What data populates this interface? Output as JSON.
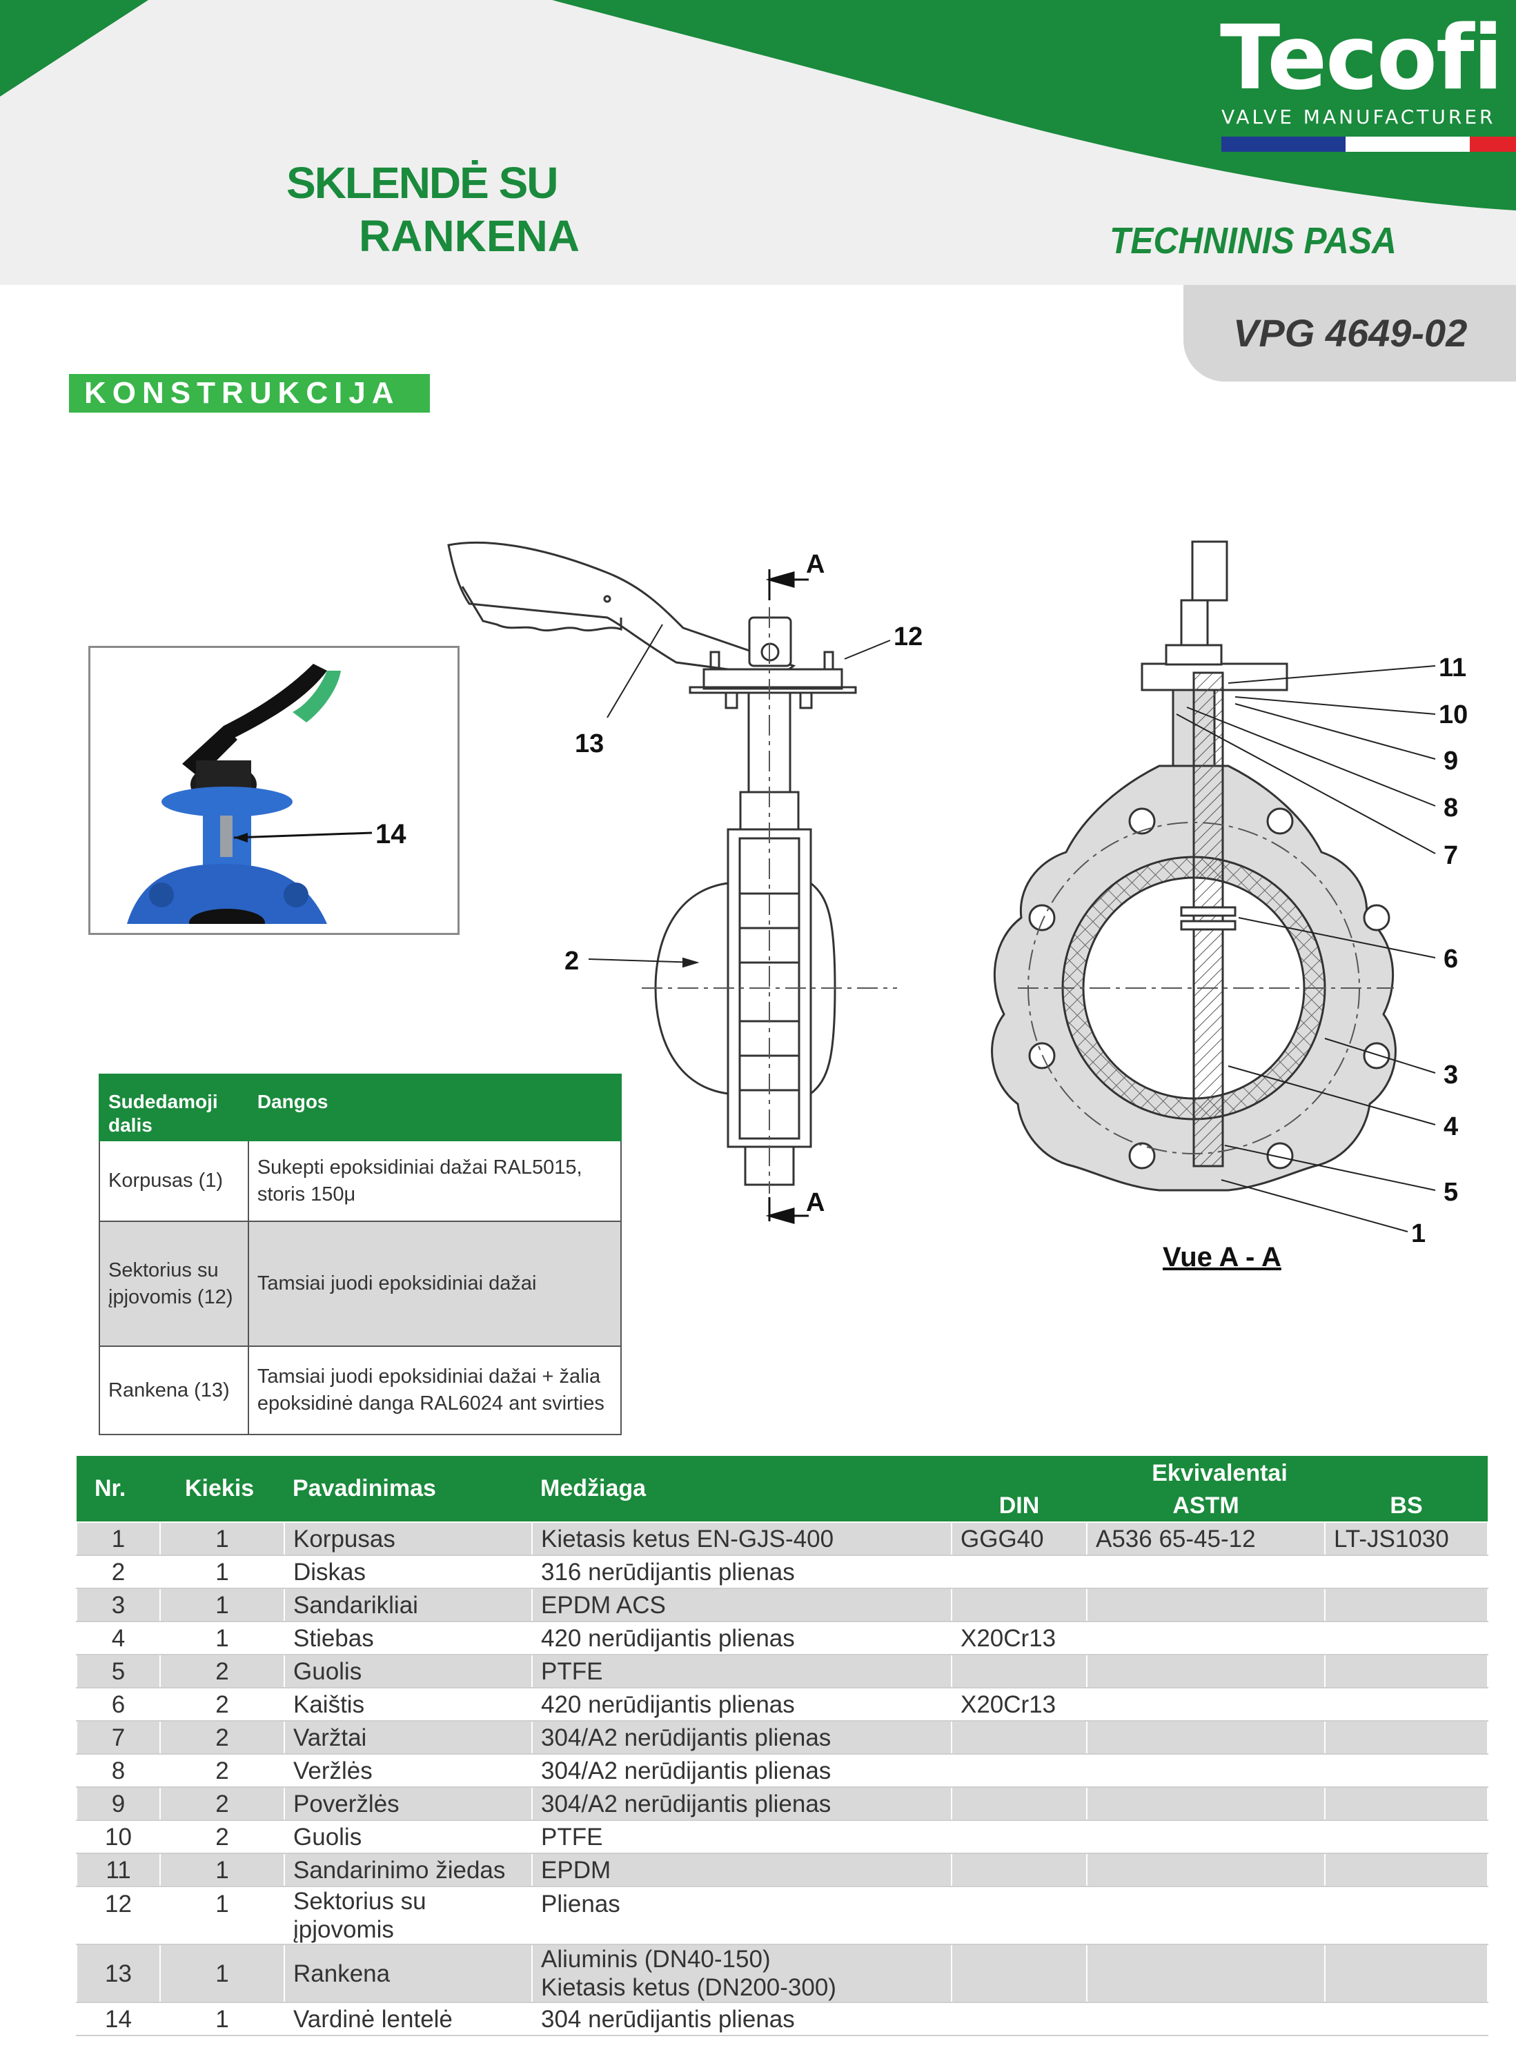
{
  "header": {
    "brand": "Tecofi",
    "brand_sub": "VALVE MANUFACTURER",
    "title_line1": "SKLENDĖ SU",
    "title_line2": "RANKENA",
    "subtitle": "TECHNINIS PASA",
    "doc_code": "VPG 4649-02",
    "colors": {
      "green": "#1a8a3c",
      "light_green": "#39b54a",
      "flag_blue": "#1f3a93",
      "flag_white": "#ffffff",
      "flag_red": "#e2242a"
    }
  },
  "section_label": "KONSTRUKCIJA",
  "drawing": {
    "section_marker": "A",
    "view_caption": "Vue A - A",
    "callouts": [
      "1",
      "2",
      "3",
      "4",
      "5",
      "6",
      "7",
      "8",
      "9",
      "10",
      "11",
      "12",
      "13",
      "14"
    ]
  },
  "coatings": {
    "headers": [
      "Sudedamoji dalis",
      "Dangos"
    ],
    "rows": [
      {
        "part": "Korpusas (1)",
        "coating": "Sukepti epoksidiniai dažai RAL5015, storis 150μ"
      },
      {
        "part": "Sektorius su įpjovomis (12)",
        "coating": "Tamsiai juodi epoksidiniai dažai"
      },
      {
        "part": "Rankena (13)",
        "coating": "Tamsiai juodi epoksidiniai dažai + žalia epoksidinė danga RAL6024 ant svirties"
      }
    ]
  },
  "parts": {
    "headers": {
      "nr": "Nr.",
      "qty": "Kiekis",
      "name": "Pavadinimas",
      "material": "Medžiaga",
      "equiv": "Ekvivalentai",
      "din": "DIN",
      "astm": "ASTM",
      "bs": "BS"
    },
    "rows": [
      {
        "nr": "1",
        "qty": "1",
        "name": "Korpusas",
        "material": "Kietasis ketus EN-GJS-400",
        "material2": "",
        "din": "GGG40",
        "astm": "A536 65-45-12",
        "bs": "LT-JS1030"
      },
      {
        "nr": "2",
        "qty": "1",
        "name": "Diskas",
        "material": "316 nerūdijantis plienas",
        "material2": "",
        "din": "",
        "astm": "",
        "bs": ""
      },
      {
        "nr": "3",
        "qty": "1",
        "name": "Sandarikliai",
        "material": "EPDM ACS",
        "material2": "",
        "din": "",
        "astm": "",
        "bs": ""
      },
      {
        "nr": "4",
        "qty": "1",
        "name": "Stiebas",
        "material": "420 nerūdijantis plienas",
        "material2": "",
        "din": "X20Cr13",
        "astm": "",
        "bs": ""
      },
      {
        "nr": "5",
        "qty": "2",
        "name": "Guolis",
        "material": "PTFE",
        "material2": "",
        "din": "",
        "astm": "",
        "bs": ""
      },
      {
        "nr": "6",
        "qty": "2",
        "name": "Kaištis",
        "material": "420 nerūdijantis plienas",
        "material2": "",
        "din": "X20Cr13",
        "astm": "",
        "bs": ""
      },
      {
        "nr": "7",
        "qty": "2",
        "name": "Varžtai",
        "material": "304/A2 nerūdijantis plienas",
        "material2": "",
        "din": "",
        "astm": "",
        "bs": ""
      },
      {
        "nr": "8",
        "qty": "2",
        "name": "Veržlės",
        "material": "304/A2 nerūdijantis plienas",
        "material2": "",
        "din": "",
        "astm": "",
        "bs": ""
      },
      {
        "nr": "9",
        "qty": "2",
        "name": "Poveržlės",
        "material": "304/A2 nerūdijantis plienas",
        "material2": "",
        "din": "",
        "astm": "",
        "bs": ""
      },
      {
        "nr": "10",
        "qty": "2",
        "name": "Guolis",
        "material": "PTFE",
        "material2": "",
        "din": "",
        "astm": "",
        "bs": ""
      },
      {
        "nr": "11",
        "qty": "1",
        "name": "Sandarinimo žiedas",
        "material": "EPDM",
        "material2": "",
        "din": "",
        "astm": "",
        "bs": ""
      },
      {
        "nr": "12",
        "qty": "1",
        "name": "Sektorius su įpjovomis",
        "material": "Plienas",
        "material2": "",
        "din": "",
        "astm": "",
        "bs": ""
      },
      {
        "nr": "13",
        "qty": "1",
        "name": "Rankena",
        "material": "Aliuminis (DN40-150)",
        "material2": "Kietasis ketus (DN200-300)",
        "din": "",
        "astm": "",
        "bs": ""
      },
      {
        "nr": "14",
        "qty": "1",
        "name": "Vardinė lentelė",
        "material": "304 nerūdijantis plienas",
        "material2": "",
        "din": "",
        "astm": "",
        "bs": ""
      }
    ]
  }
}
